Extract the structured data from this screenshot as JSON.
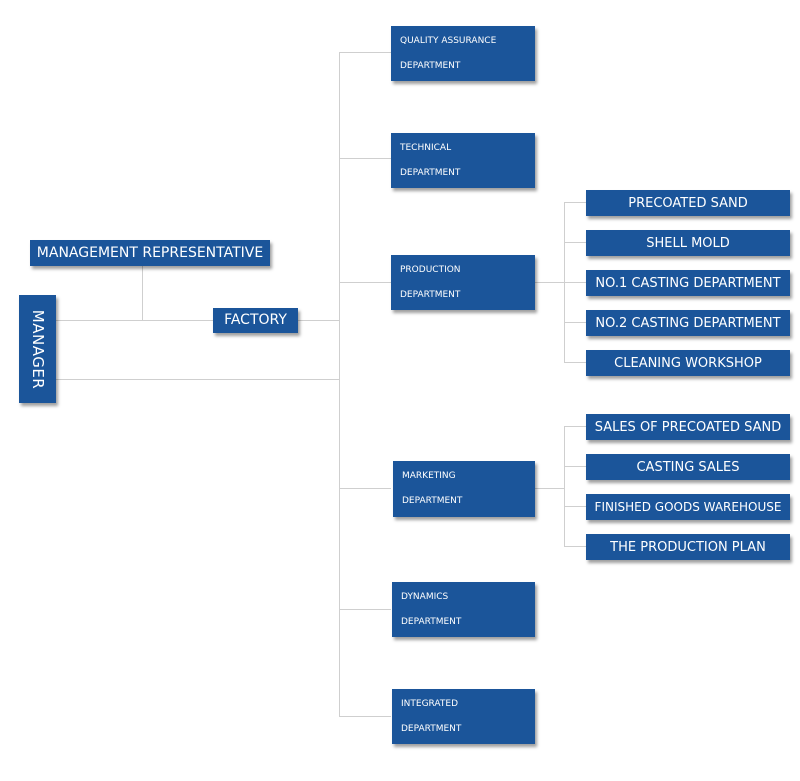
{
  "chart_data": {
    "type": "org-chart",
    "root": "MANAGER",
    "management_representative": "MANAGEMENT REPRESENTATIVE",
    "factory": "FACTORY",
    "departments": [
      {
        "id": "qa",
        "line1": "QUALITY ASSURANCE",
        "line2": "DEPARTMENT"
      },
      {
        "id": "tech",
        "line1": "TECHNICAL",
        "line2": "DEPARTMENT"
      },
      {
        "id": "prod",
        "line1": "PRODUCTION",
        "line2": "DEPARTMENT",
        "children": [
          "PRECOATED SAND",
          "SHELL MOLD",
          "NO.1 CASTING DEPARTMENT",
          "NO.2 CASTING DEPARTMENT",
          "CLEANING WORKSHOP"
        ]
      },
      {
        "id": "mkt",
        "line1": "MARKETING",
        "line2": "DEPARTMENT",
        "children": [
          "SALES OF PRECOATED SAND",
          "CASTING SALES",
          "FINISHED GOODS WAREHOUSE",
          "THE PRODUCTION PLAN"
        ]
      },
      {
        "id": "dyn",
        "line1": "DYNAMICS",
        "line2": "DEPARTMENT"
      },
      {
        "id": "int",
        "line1": "INTEGRATED",
        "line2": "DEPARTMENT"
      }
    ],
    "colors": {
      "box": "#1b559a",
      "text": "#ffffff",
      "connector": "#cfcfcf"
    }
  }
}
